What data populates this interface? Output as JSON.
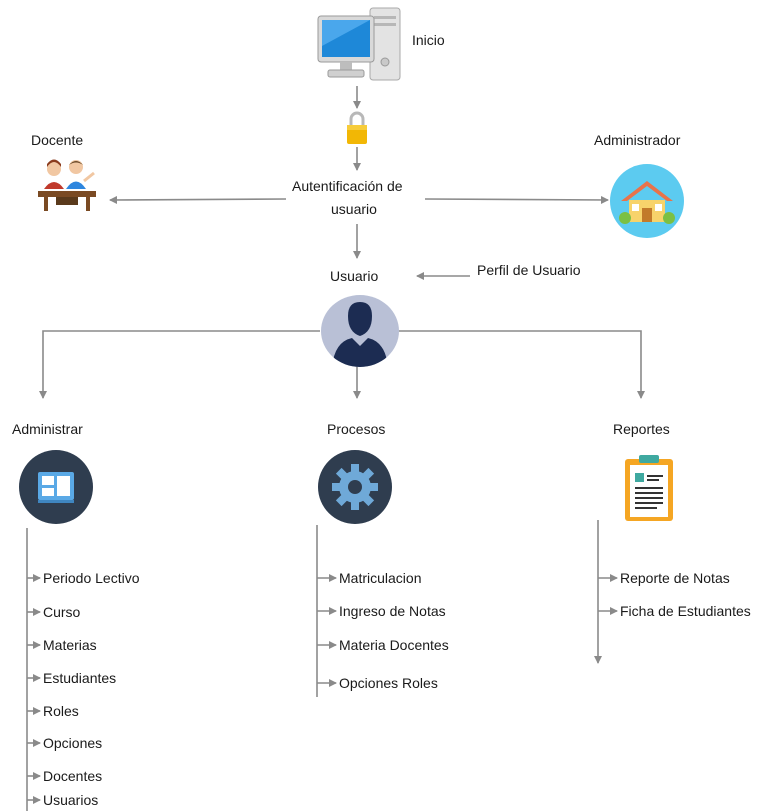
{
  "nodes": {
    "inicio": "Inicio",
    "docente": "Docente",
    "administrador": "Administrador",
    "autenticacion_line1": "Autentificación de",
    "autenticacion_line2": "usuario",
    "usuario": "Usuario",
    "perfil": "Perfil de Usuario",
    "administrar": "Administrar",
    "procesos": "Procesos",
    "reportes": "Reportes"
  },
  "administrar_items": [
    "Periodo Lectivo",
    "Curso",
    "Materias",
    "Estudiantes",
    "Roles",
    "Opciones",
    "Docentes",
    "Usuarios"
  ],
  "procesos_items": [
    "Matriculacion",
    "Ingreso de Notas",
    "Materia Docentes",
    "Opciones Roles"
  ],
  "reportes_items": [
    "Reporte de Notas",
    "Ficha de Estudiantes"
  ],
  "colors": {
    "line": "#8a8a8a",
    "dark_circle": "#2f3d4f",
    "user_circle": "#b9c0d6",
    "user_silhouette": "#1c2c52",
    "house_circle": "#5ccbf0",
    "lock": "#f2b705",
    "monitor_screen": "#1e88d8"
  },
  "icons": [
    "computer-icon",
    "lock-icon",
    "teacher-icon",
    "house-icon",
    "user-icon",
    "dashboard-icon",
    "gear-icon",
    "clipboard-icon"
  ]
}
